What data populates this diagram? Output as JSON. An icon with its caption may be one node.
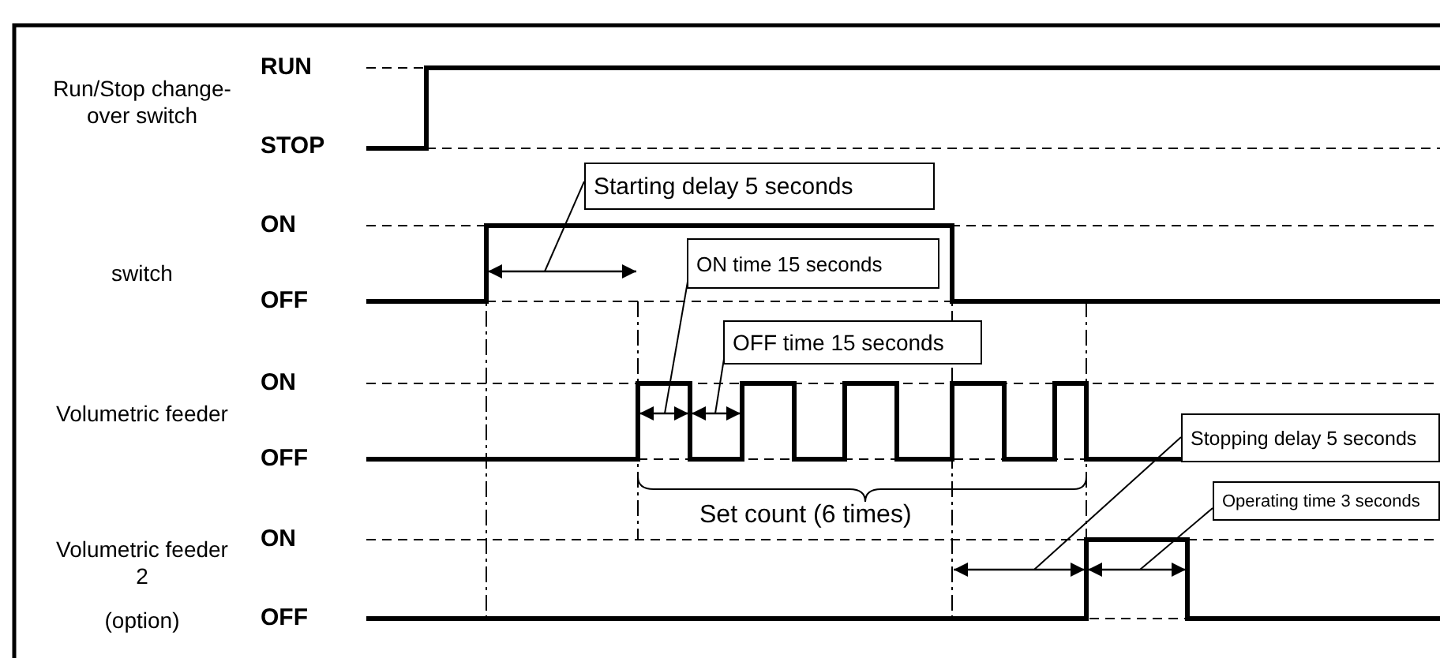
{
  "diagram": {
    "nodes": [
      {
        "text": [
          "Starting delay 5 seconds"
        ]
      },
      {
        "text": [
          "ON time 15 seconds"
        ]
      },
      {
        "text": [
          "OFF time 15 seconds"
        ]
      },
      {
        "text": [
          "Stopping delay 5 seconds"
        ]
      },
      {
        "text": [
          "Operating time 3 seconds"
        ]
      }
    ],
    "edges": [
      {
        "from": 0,
        "to": null,
        "arrow": "none"
      },
      {
        "from": 1,
        "to": null,
        "arrow": "none"
      },
      {
        "from": 2,
        "to": null,
        "arrow": "none"
      },
      {
        "from": 3,
        "to": null,
        "arrow": "none"
      },
      {
        "from": 4,
        "to": null,
        "arrow": "none"
      }
    ],
    "labels": [
      "RUN",
      "Run/Stop change-over switch",
      "STOP",
      "ON",
      "switch",
      "OFF",
      "ON",
      "Volumetric feeder",
      "OFF",
      "Set count (6 times)",
      "Volumetric feeder 2",
      "ON",
      "(option)",
      "OFF"
    ]
  }
}
